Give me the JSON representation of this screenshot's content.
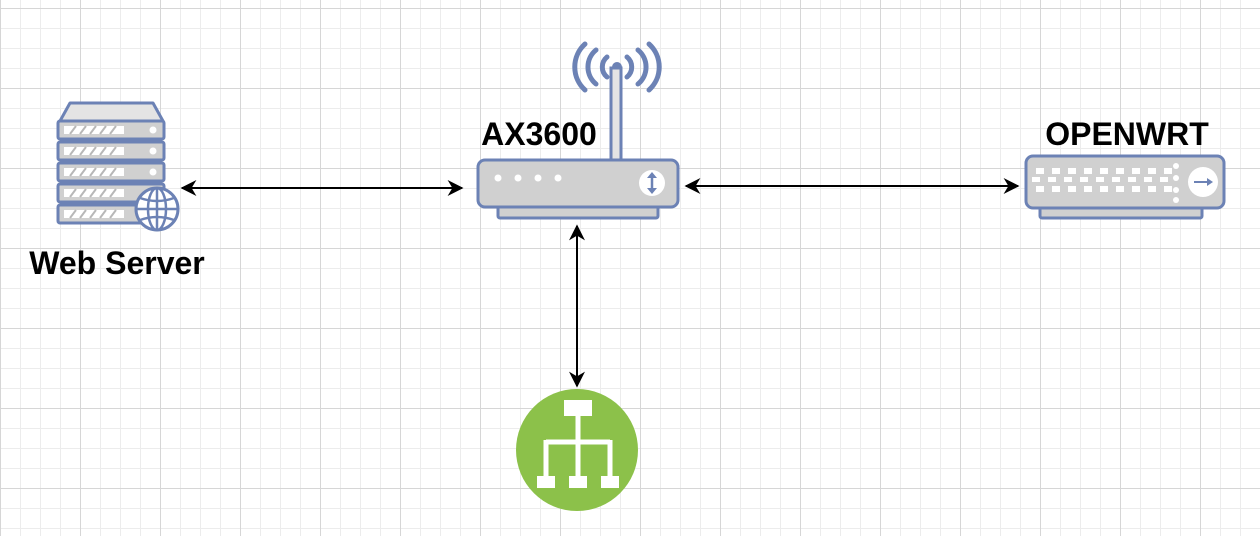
{
  "nodes": {
    "web_server": {
      "label": "Web Server",
      "icon": "web-server-icon"
    },
    "ax3600": {
      "label": "AX3600",
      "icon": "wireless-router-icon"
    },
    "openwrt": {
      "label": "OPENWRT",
      "icon": "network-switch-icon"
    },
    "lan": {
      "label": "",
      "icon": "network-hierarchy-icon"
    }
  },
  "edges": [
    {
      "from": "web_server",
      "to": "ax3600",
      "direction": "both"
    },
    {
      "from": "ax3600",
      "to": "openwrt",
      "direction": "both"
    },
    {
      "from": "ax3600",
      "to": "lan",
      "direction": "both"
    }
  ],
  "colors": {
    "device_stroke": "#6c82b5",
    "device_fill": "#d0d0d0",
    "device_light": "#e4e4e4",
    "hierarchy_fill": "#8cc14a",
    "arrow": "#000000",
    "grid_major": "#d6d6d6",
    "grid_minor": "#ececec"
  }
}
